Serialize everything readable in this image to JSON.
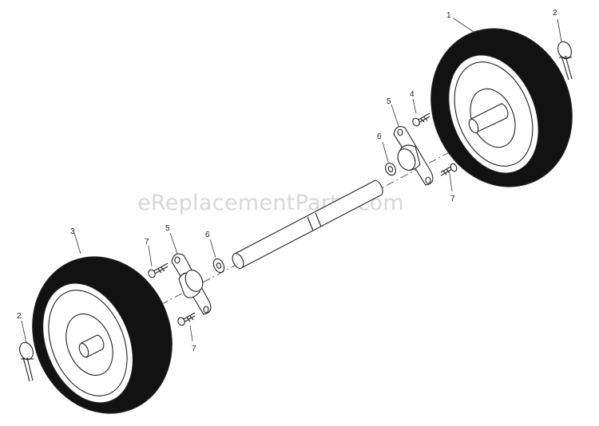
{
  "watermark": "eReplacementParts.com",
  "callouts": {
    "wheel_right": "1",
    "pin_right": "2",
    "wheel_left": "3",
    "bolt_top": "4",
    "bracket_right": "5",
    "washer_right": "6",
    "bolt_right_lower": "7",
    "pin_left": "2",
    "bolt_left_upper": "7",
    "bracket_left": "5",
    "washer_left": "6",
    "bolt_left_lower": "7"
  },
  "colors": {
    "line": "#222222",
    "tire": "#111111",
    "watermark": "#d8d8d8"
  }
}
